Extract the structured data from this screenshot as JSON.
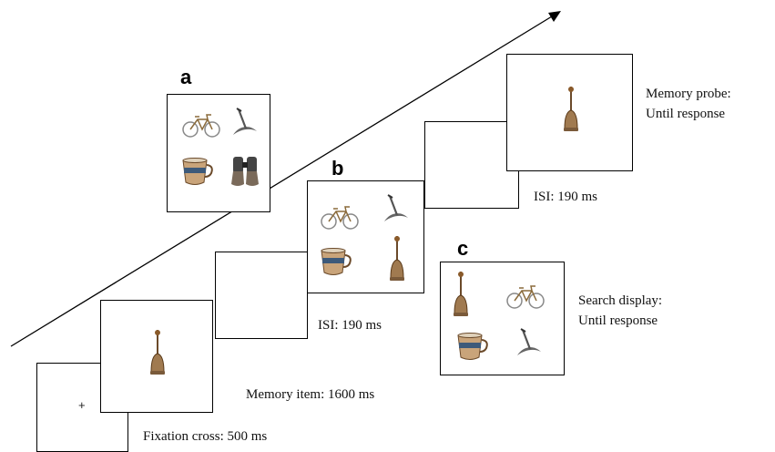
{
  "panels": {
    "a": "a",
    "b": "b",
    "c": "c"
  },
  "fixation": {
    "symbol": "+",
    "caption": "Fixation cross: 500 ms"
  },
  "memory_item": {
    "caption": "Memory item: 1600 ms"
  },
  "isi_1": {
    "caption": "ISI: 190 ms"
  },
  "isi_2": {
    "caption": "ISI: 190 ms"
  },
  "memory_probe": {
    "caption_line1": "Memory probe:",
    "caption_line2": "Until response"
  },
  "search_display": {
    "caption_line1": "Search display:",
    "caption_line2": "Until response"
  },
  "objects": [
    "bicycle",
    "pickaxe",
    "cup",
    "binoculars",
    "bell"
  ]
}
